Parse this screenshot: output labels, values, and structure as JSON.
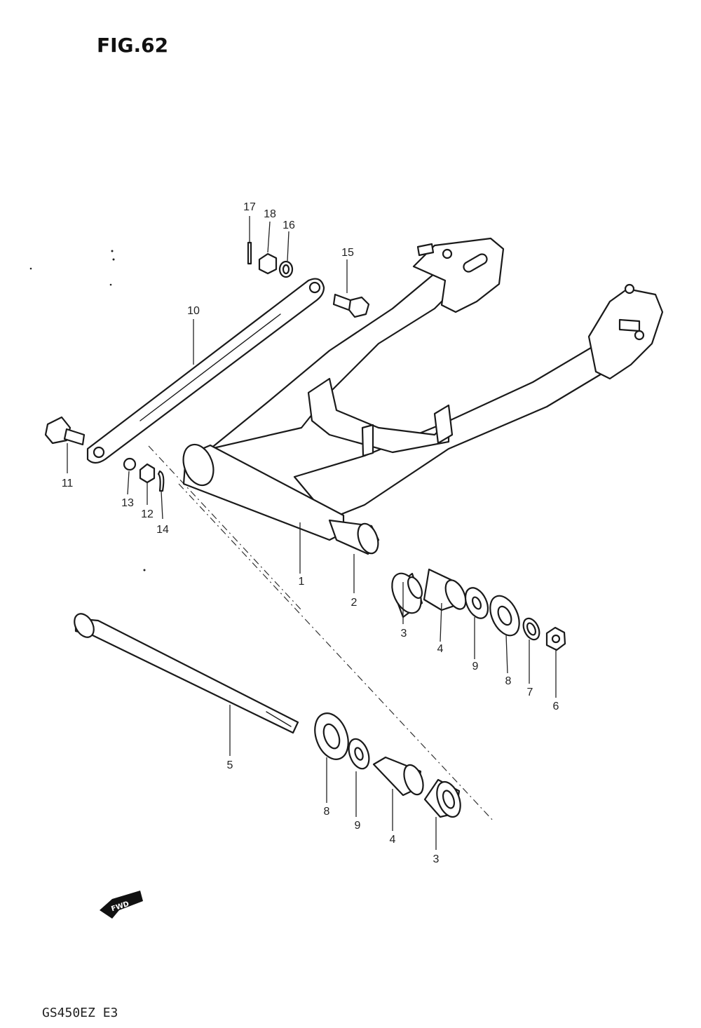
{
  "figure": {
    "title": "FIG.62",
    "model_code": "GS450EZ  E3",
    "direction_label": "FWD"
  },
  "callouts": [
    "17",
    "18",
    "16",
    "15",
    "10",
    "11",
    "13",
    "12",
    "14",
    "1",
    "2",
    "3",
    "4",
    "9",
    "8",
    "7",
    "6",
    "5",
    "8",
    "9",
    "4",
    "3"
  ]
}
